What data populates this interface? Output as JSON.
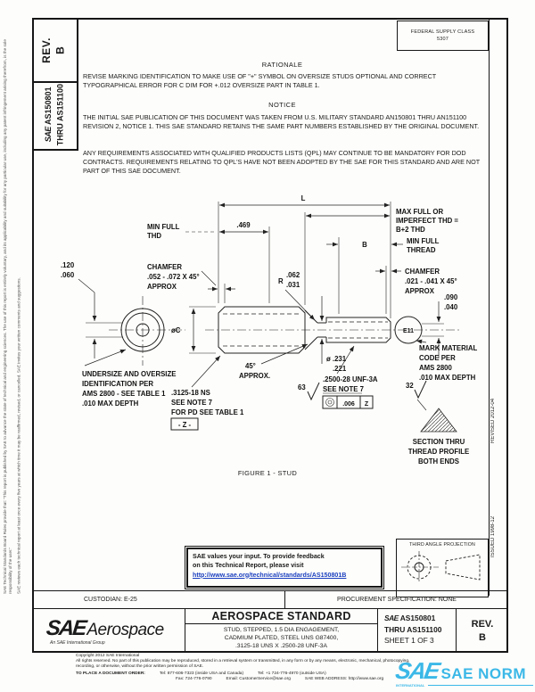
{
  "page": {
    "fsc": {
      "line1": "FEDERAL SUPPLY CLASS",
      "line2": "5307"
    },
    "rev_box": {
      "label": "REV.",
      "value": "B"
    },
    "doc_box": {
      "sae": "SAE",
      "line1": " AS150801",
      "line2": "THRU AS151100"
    },
    "margin": {
      "revised": "REVISED 2012-04",
      "issued": "ISSUED 1998-12"
    },
    "sidebar": {
      "para1": "SAE Technical Standards Board Rules provide that: \"This report is published by SAE to advance the state of technical and engineering sciences. The use of this report is entirely voluntary, and its applicability and suitability for any particular use, including any patent infringement arising therefrom, is the sole responsibility of the user.\"",
      "para2": "SAE reviews each technical report at least once every five years at which time it may be reaffirmed, revised, or cancelled. SAE invites your written comments and suggestions."
    }
  },
  "rationale": {
    "heading": "RATIONALE",
    "body": "REVISE MARKING IDENTIFICATION TO MAKE USE OF \"+\" SYMBOL ON OVERSIZE STUDS OPTIONAL AND CORRECT TYPOGRAPHICAL ERROR FOR C DIM FOR +.012 OVERSIZE PART IN TABLE 1."
  },
  "notice": {
    "heading": "NOTICE",
    "para1": "THE INITIAL SAE PUBLICATION OF THIS DOCUMENT WAS TAKEN FROM U.S. MILITARY STANDARD AN150801 THRU AN151100 REVISION 2, NOTICE 1.  THIS SAE STANDARD RETAINS THE SAME PART NUMBERS ESTABLISHED BY THE ORIGINAL DOCUMENT.",
    "para2": "ANY REQUIREMENTS ASSOCIATED WITH QUALIFIED PRODUCTS LISTS (QPL) MAY CONTINUE TO BE MANDATORY FOR DOD CONTRACTS.  REQUIREMENTS RELATING TO QPL'S HAVE NOT BEEN ADOPTED BY THE SAE FOR THIS STANDARD AND ARE NOT PART OF THIS SAE DOCUMENT."
  },
  "fig": {
    "caption": "FIGURE 1 - STUD",
    "L": "L",
    "d469": ".469",
    "min_full_thd_1": "MIN FULL",
    "min_full_thd_2": "THD",
    "max_full_1": "MAX FULL OR",
    "max_full_2": "IMPERFECT THD =",
    "max_full_3": "B+2 THD",
    "B": "B",
    "min_full_thread_1": "MIN FULL",
    "min_full_thread_2": "THREAD",
    "cham_l_1": "CHAMFER",
    "cham_l_2": ".052 - .072 X 45°",
    "cham_l_3": "APPROX",
    "cham_r_1": "CHAMFER",
    "cham_r_2": ".021 - .041 X 45°",
    "cham_r_3": "APPROX",
    "d120": ".120",
    "d060": ".060",
    "phiC": "øC",
    "R": "R",
    "r062": ".062",
    "r031": ".031",
    "d090": ".090",
    "d040": ".040",
    "e11": "E11",
    "undersize_1": "UNDERSIZE AND OVERSIZE",
    "undersize_2": "IDENTIFICATION PER",
    "undersize_3": "AMS 2800 - SEE TABLE 1",
    "undersize_4": ".010 MAX DEPTH",
    "deg45_1": "45°",
    "deg45_2": "APPROX.",
    "d231": "ø .231",
    "d221": ".221",
    "finish63": "63",
    "thread3125_1": ".3125-18 NS",
    "thread3125_2": "SEE NOTE 7",
    "thread3125_3": "FOR PD SEE TABLE 1",
    "datumZ": "- Z -",
    "thread2500_1": ".2500-28 UNF-3A",
    "thread2500_2": "SEE NOTE 7",
    "fcf_tol": ".006",
    "fcf_datum": "Z",
    "mark_1": "MARK MATERIAL",
    "mark_2": "CODE PER",
    "mark_3": "AMS 2800",
    "mark_4": ".010 MAX DEPTH",
    "finish32": "32",
    "section_1": "SECTION THRU",
    "section_2": "THREAD PROFILE",
    "section_3": "BOTH ENDS"
  },
  "feedback": {
    "line1": "SAE values your input. To provide feedback",
    "line2": "on this Technical Report, please visit",
    "url": "http://www.sae.org/technical/standards/AS150801B"
  },
  "projection": {
    "title": "THIRD ANGLE PROJECTION"
  },
  "admin": {
    "custodian": "CUSTODIAN: E-25",
    "procurement": "PROCUREMENT SPECIFICATION: NONE"
  },
  "title_block": {
    "logo_sae": "SAE",
    "logo_aerospace": "Aerospace",
    "logo_sub": "An SAE International Group",
    "doc_type": "AEROSPACE STANDARD",
    "subtitle1": "STUD, STEPPED, 1.5 DIA ENGAGEMENT,",
    "subtitle2": "CADMIUM PLATED, STEEL UNS G87400,",
    "subtitle3": ".3125-18 UNS X .2500-28 UNF-3A",
    "number_sae": "SAE",
    "number1": " AS150801",
    "number2": "THRU AS151100",
    "number3": "SHEET 1 OF 3",
    "rev_label": "REV.",
    "rev_value": "B"
  },
  "footer": {
    "copyright": "Copyright 2012 SAE International",
    "rights1": "All rights reserved. No part of this publication may be reproduced, stored in a retrieval system or transmitted, in any form or by any means, electronic, mechanical, photocopying,",
    "rights2": "recording, or otherwise, without the prior written permission of SAE.",
    "order_label": "TO PLACE A DOCUMENT ORDER:",
    "tel1": "Tel: 877-606-7323 (inside USA and Canada)",
    "tel2": "Tel: +1 724-776-4970 (outside USA)",
    "fax": "Fax: 724-776-0790",
    "email": "Email: CustomerService@sae.org",
    "web": "SAE WEB ADDRESS: http://www.sae.org"
  },
  "watermark": {
    "sae": "SAE",
    "text": "SAE NORM",
    "sub": "INTERNATIONAL"
  }
}
